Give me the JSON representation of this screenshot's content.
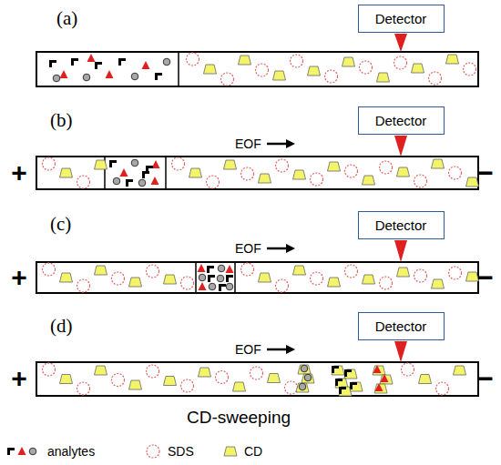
{
  "diagram": {
    "caption": "CD-sweeping",
    "nodes": [
      {
        "text": [
          "Detector"
        ]
      },
      {
        "text": [
          "Detector"
        ]
      },
      {
        "text": [
          "Detector"
        ]
      },
      {
        "text": [
          "Detector"
        ]
      }
    ],
    "labels": [
      "(a)",
      "(b)",
      "(c)",
      "(d)",
      "EOF",
      "EOF",
      "EOF",
      "+",
      "−",
      "+",
      "−",
      "+",
      "−"
    ],
    "legend": [
      {
        "text": "analytes"
      },
      {
        "text": "SDS"
      },
      {
        "text": "CD"
      }
    ]
  }
}
